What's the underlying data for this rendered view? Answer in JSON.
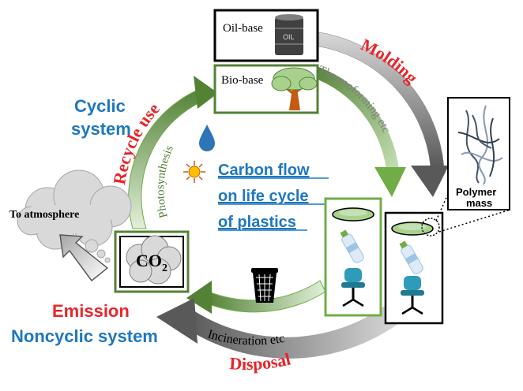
{
  "title": {
    "line1": "Carbon flow",
    "line2": "on life cycle",
    "line3": "of plastics"
  },
  "cyclic": {
    "line1": "Cyclic",
    "line2": "system"
  },
  "noncyclic": {
    "line1": "Emission",
    "line2": "Noncyclic system"
  },
  "stages": {
    "oil_base": "Oil-base",
    "oil_drum_text": "OIL",
    "bio_base": "Bio-base",
    "co2_main": "CO",
    "co2_sub": "2",
    "atmosphere": "To atmosphere",
    "polymer_line1": "Polymer",
    "polymer_line2": "mass"
  },
  "arrows": {
    "molding": "Molding",
    "thermoforming": "Thermoforming etc",
    "recycle": "Recycle use",
    "photosynthesis": "Photosynthesis",
    "incineration": "Incineration etc",
    "disposal": "Disposal"
  },
  "colors": {
    "red": "#e8252a",
    "blue": "#1e77c0",
    "green_dark": "#538135",
    "green_light": "#a9d18e",
    "gray_dark": "#595959",
    "gray_light": "#bfbfbf",
    "cloud": "#d9d9d9"
  }
}
